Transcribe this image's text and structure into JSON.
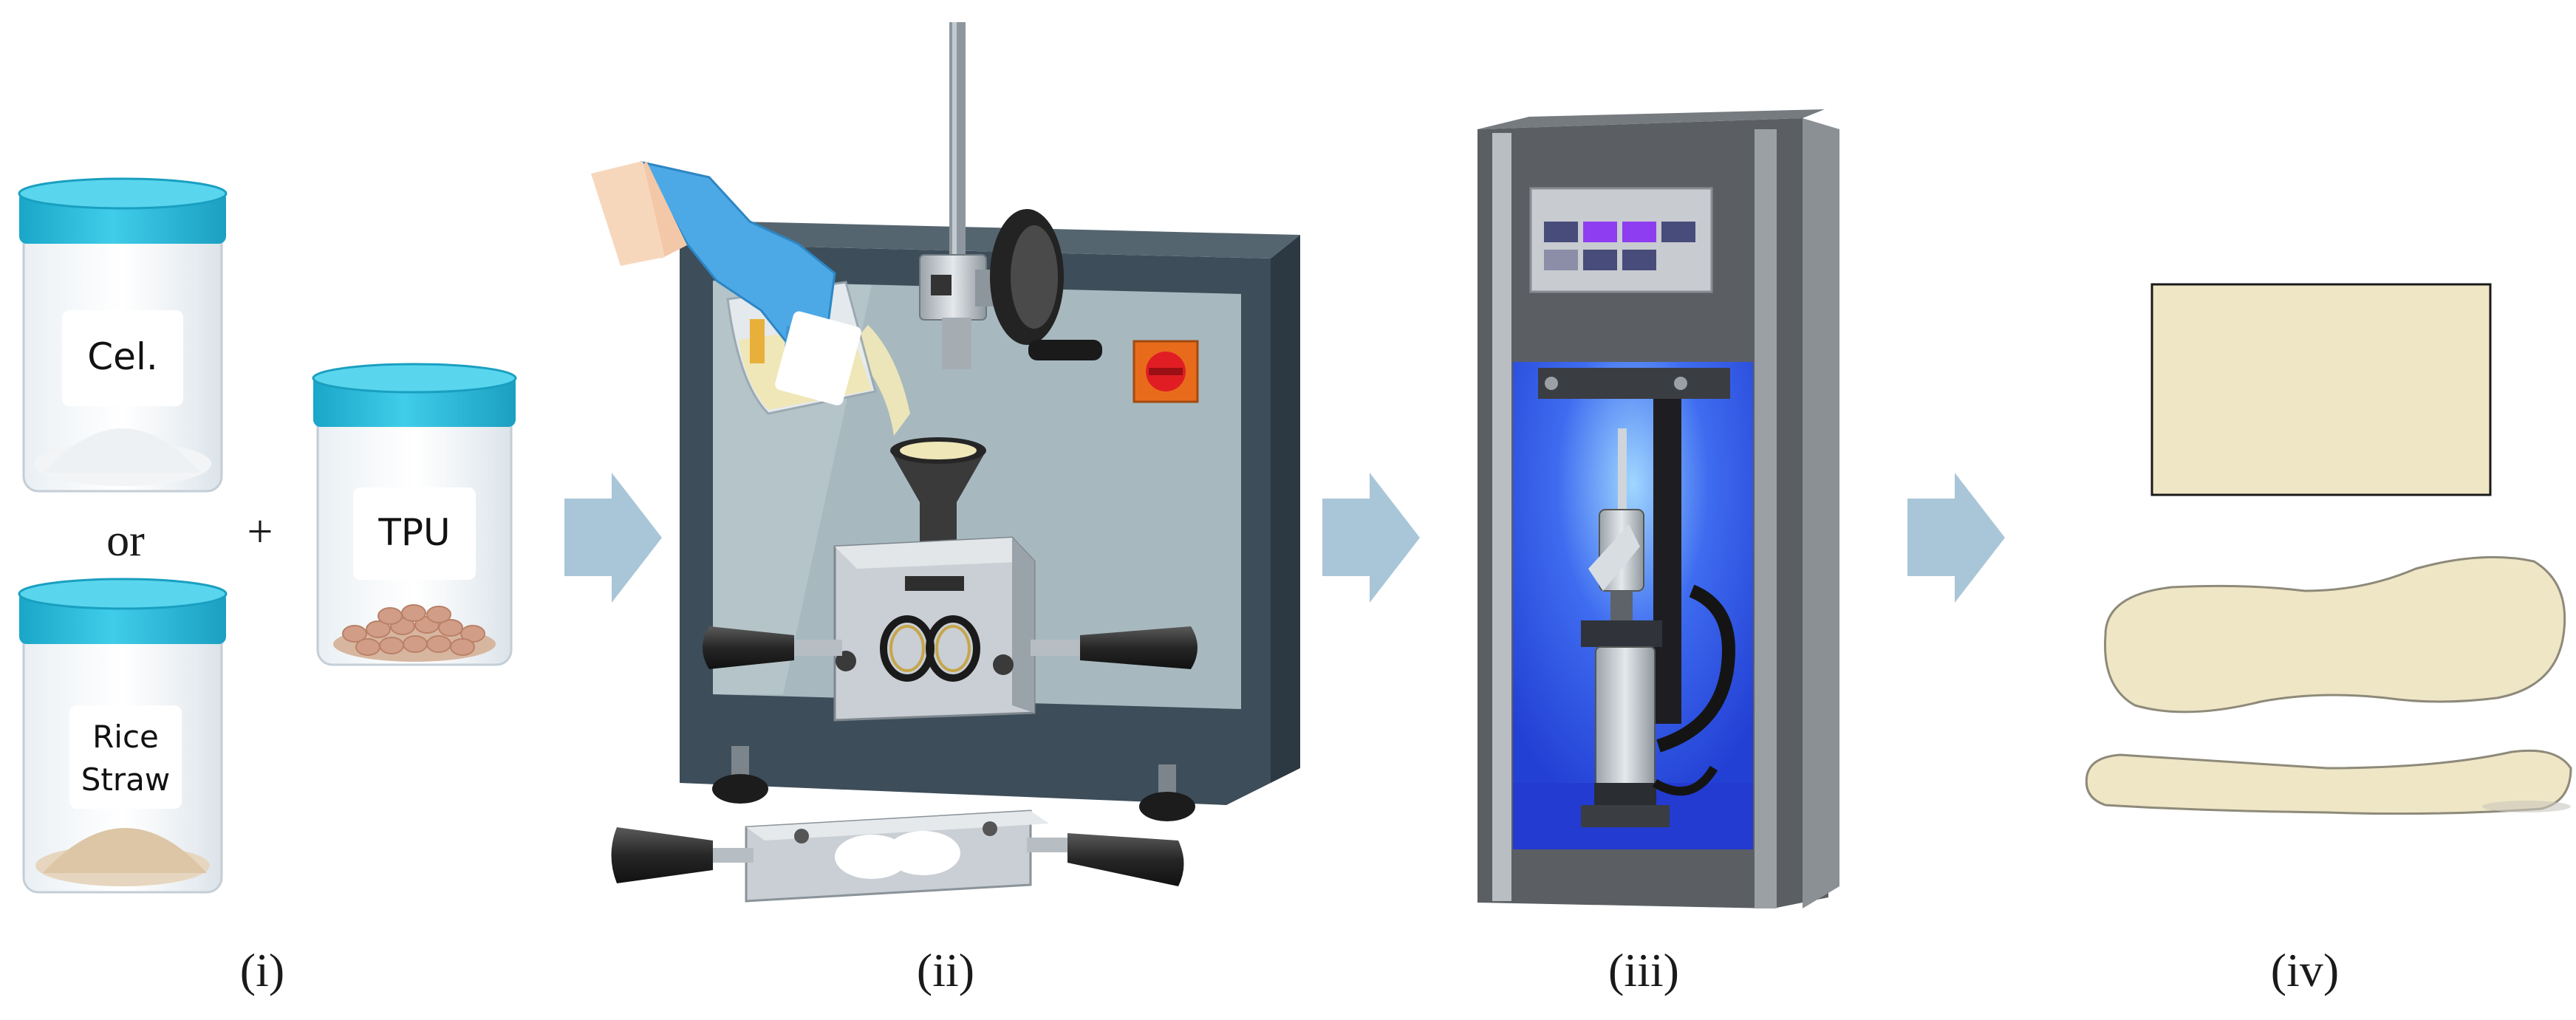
{
  "jars": {
    "cellulose_label": "Cel.",
    "rice_label_line1": "Rice",
    "rice_label_line2": "Straw",
    "tpu_label": "TPU"
  },
  "connectors": {
    "or": "or",
    "plus": "+"
  },
  "steps": {
    "i": "(i)",
    "ii": "(ii)",
    "iii": "(iii)",
    "iv": "(iv)"
  },
  "colors": {
    "lid": "#35c3e3",
    "lid_dark": "#1aa6c8",
    "arrow": "#a9c6d8",
    "machine_frame": "#3d4d59",
    "machine_window": "#a7b9bf",
    "metal": "#c9cfd4",
    "press_cabinet": "#5b5f63",
    "press_chamber": "#2f52e6",
    "press_display": "#8e3df0",
    "glove": "#4da8e6",
    "powder": "#efe7b8",
    "sample": "#efe6c6",
    "switch": "#e86b1c",
    "switch_red": "#e11d24"
  }
}
